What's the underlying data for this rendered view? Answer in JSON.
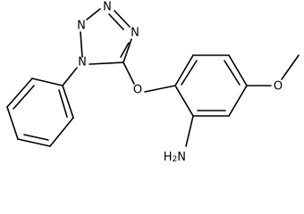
{
  "structure": {
    "atoms": {
      "n1": "N",
      "n2": "N",
      "n3": "N",
      "n4": "N",
      "o_ether": "O",
      "o_methoxy": "O",
      "amine": "H2N"
    }
  }
}
